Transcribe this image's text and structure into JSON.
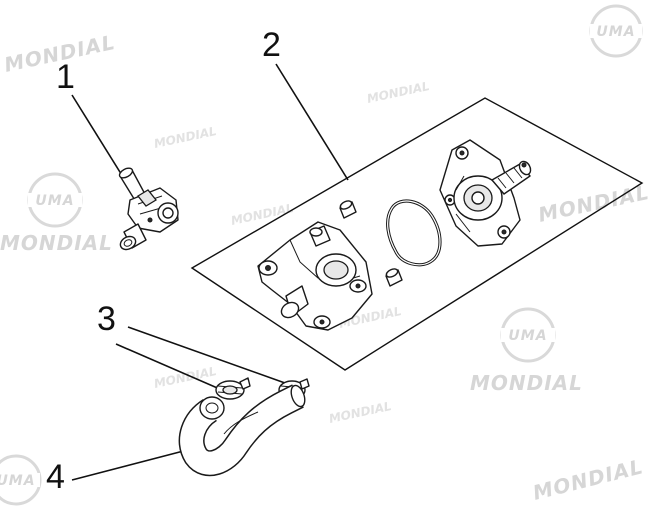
{
  "callouts": {
    "c1": "1",
    "c2": "2",
    "c3": "3",
    "c4": "4"
  },
  "watermark": {
    "brand": "MONDIAL",
    "logo": "UMA"
  },
  "colors": {
    "line": "#1a1a1a",
    "watermark": "#d6d6d6",
    "background": "#ffffff"
  }
}
